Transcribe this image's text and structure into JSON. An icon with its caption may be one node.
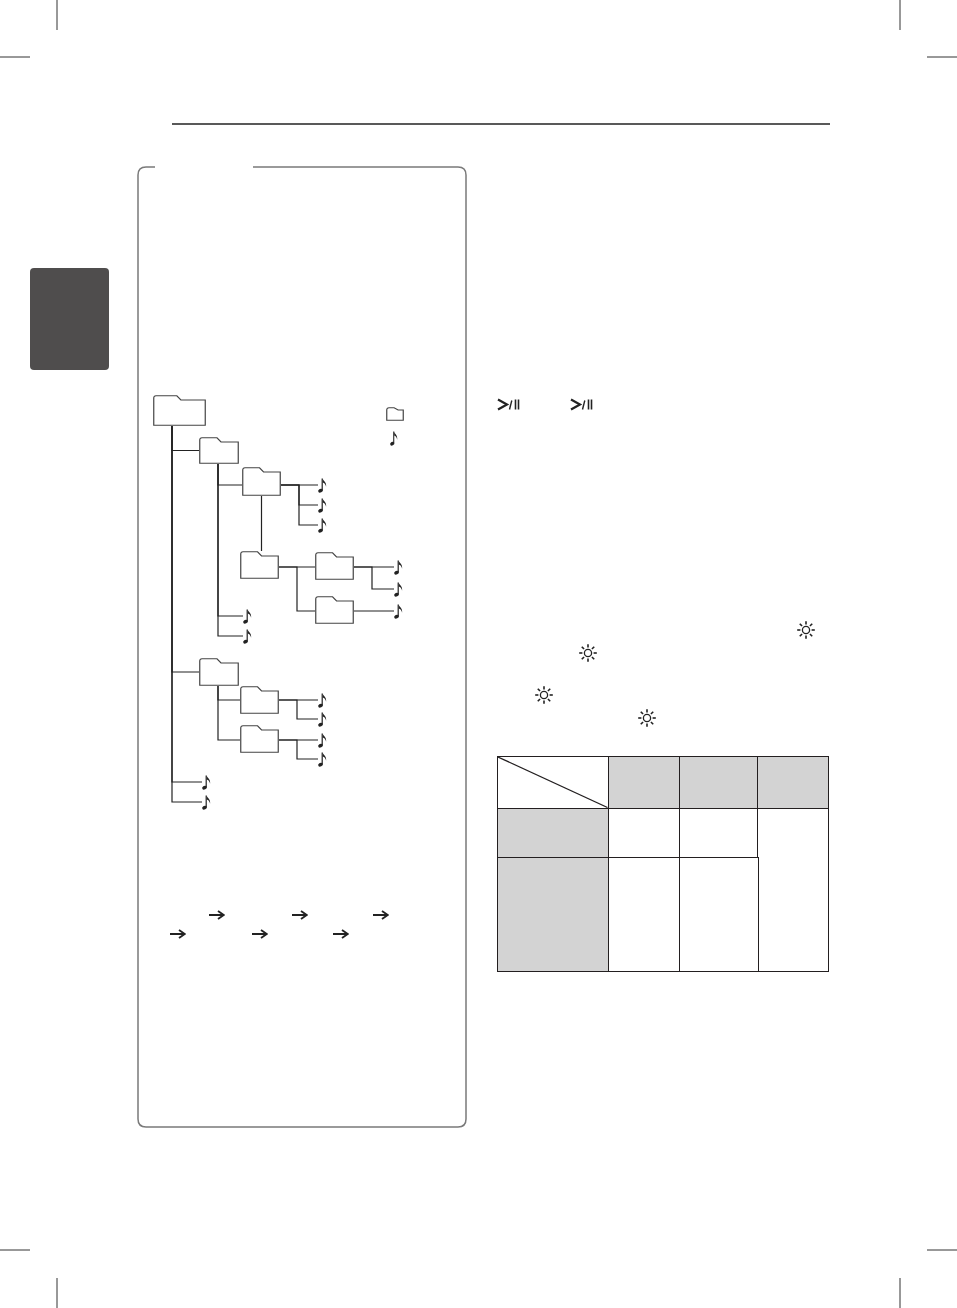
{
  "diagram": {
    "nodes": [
      {
        "text": [],
        "shape": "box"
      },
      {
        "text": [],
        "shape": "folder"
      },
      {
        "text": [],
        "shape": "folder"
      },
      {
        "text": [],
        "shape": "note"
      },
      {
        "text": [],
        "shape": "folder"
      },
      {
        "text": [],
        "shape": "folder"
      },
      {
        "text": [],
        "shape": "note"
      },
      {
        "text": [],
        "shape": "note"
      },
      {
        "text": [],
        "shape": "note"
      },
      {
        "text": [],
        "shape": "folder"
      },
      {
        "text": [],
        "shape": "folder"
      },
      {
        "text": [],
        "shape": "note"
      },
      {
        "text": [],
        "shape": "note"
      },
      {
        "text": [],
        "shape": "folder"
      },
      {
        "text": [],
        "shape": "note"
      },
      {
        "text": [],
        "shape": "note"
      },
      {
        "text": [],
        "shape": "note"
      },
      {
        "text": [],
        "shape": "folder"
      },
      {
        "text": [],
        "shape": "folder"
      },
      {
        "text": [],
        "shape": "note"
      },
      {
        "text": [],
        "shape": "note"
      },
      {
        "text": [],
        "shape": "folder"
      },
      {
        "text": [],
        "shape": "note"
      },
      {
        "text": [],
        "shape": "note"
      },
      {
        "text": [],
        "shape": "note"
      },
      {
        "text": [],
        "shape": "note"
      }
    ],
    "edges": [
      {
        "from": 1,
        "to": 4,
        "arrow": "none"
      },
      {
        "from": 4,
        "to": 5,
        "arrow": "none"
      },
      {
        "from": 5,
        "to": 6,
        "arrow": "none"
      },
      {
        "from": 5,
        "to": 7,
        "arrow": "none"
      },
      {
        "from": 5,
        "to": 8,
        "arrow": "none"
      },
      {
        "from": 5,
        "to": 9,
        "arrow": "none"
      },
      {
        "from": 9,
        "to": 10,
        "arrow": "none"
      },
      {
        "from": 9,
        "to": 13,
        "arrow": "none"
      },
      {
        "from": 10,
        "to": 11,
        "arrow": "none"
      },
      {
        "from": 10,
        "to": 12,
        "arrow": "none"
      },
      {
        "from": 13,
        "to": 14,
        "arrow": "none"
      },
      {
        "from": 4,
        "to": 15,
        "arrow": "none"
      },
      {
        "from": 4,
        "to": 16,
        "arrow": "none"
      },
      {
        "from": 1,
        "to": 17,
        "arrow": "none"
      },
      {
        "from": 17,
        "to": 18,
        "arrow": "none"
      },
      {
        "from": 18,
        "to": 19,
        "arrow": "none"
      },
      {
        "from": 18,
        "to": 20,
        "arrow": "none"
      },
      {
        "from": 17,
        "to": 21,
        "arrow": "none"
      },
      {
        "from": 21,
        "to": 22,
        "arrow": "none"
      },
      {
        "from": 21,
        "to": 23,
        "arrow": "none"
      },
      {
        "from": 1,
        "to": 24,
        "arrow": "none"
      },
      {
        "from": 1,
        "to": 25,
        "arrow": "none"
      }
    ]
  }
}
